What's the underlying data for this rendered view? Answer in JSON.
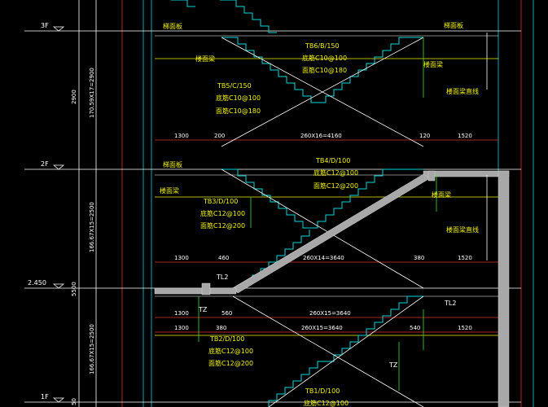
{
  "levels": {
    "f3": "3F",
    "f2": "2F",
    "elev": "2.450",
    "f1": "1F"
  },
  "left_dims": {
    "upper": "170.59X17=2900",
    "upper_total": "2900",
    "middle": "166.67X15=2500",
    "middle_total": "5500",
    "lower": "166.67X15=2500",
    "lower_total": "50"
  },
  "labels": {
    "tbl_2": "梯面板",
    "tbl_3": "梯面板",
    "tbl_4": "梯面板",
    "slab_edge": "楼面梁",
    "beam_a": "楼面梁",
    "beam_b": "楼面梁",
    "beam_c": "楼面梁",
    "beam_line_a": "楼面梁直线",
    "beam_line_b": "楼面梁直线",
    "tl2_a": "TL2",
    "tl2_b": "TL2",
    "tz_a": "TZ",
    "tz_b": "TZ"
  },
  "tb6": {
    "name": "TB6/B/150",
    "top": "底筋C10@100",
    "bot": "面筋C10@180"
  },
  "tb5": {
    "name": "TB5/C/150",
    "top": "底筋C10@100",
    "bot": "面筋C10@180"
  },
  "tb4": {
    "name": "TB4/D/100",
    "top": "底筋C12@100",
    "bot": "面筋C12@200"
  },
  "tb3": {
    "name": "TB3/D/100",
    "top": "底筋C12@100",
    "bot": "面筋C12@200"
  },
  "tb2": {
    "name": "TB2/D/100",
    "top": "底筋C12@100",
    "bot": "面筋C12@200"
  },
  "tb1": {
    "name": "TB1/D/100",
    "top": "底筋C12@100"
  },
  "dims": {
    "r1_a": "1300",
    "r1_b": "200",
    "r1_c": "260X16=4160",
    "r1_d": "120",
    "r1_e": "1520",
    "r2_a": "1300",
    "r2_b": "460",
    "r2_c": "260X14=3640",
    "r2_d": "380",
    "r2_e": "1520",
    "r3_a": "1300",
    "r3_b": "560",
    "r3_c": "260X15=3640",
    "r4_a": "1300",
    "r4_b": "380",
    "r4_c": "260X15=3640",
    "r4_d": "540",
    "r4_e": "1520"
  },
  "colors": {
    "background": "#000000",
    "white_line": "#ffffff",
    "cyan_line": "#00d8d8",
    "red_line": "#e03030",
    "yellow_text": "#f2f200",
    "green_line": "#38e038",
    "slab_fill": "#a8a8a8"
  }
}
